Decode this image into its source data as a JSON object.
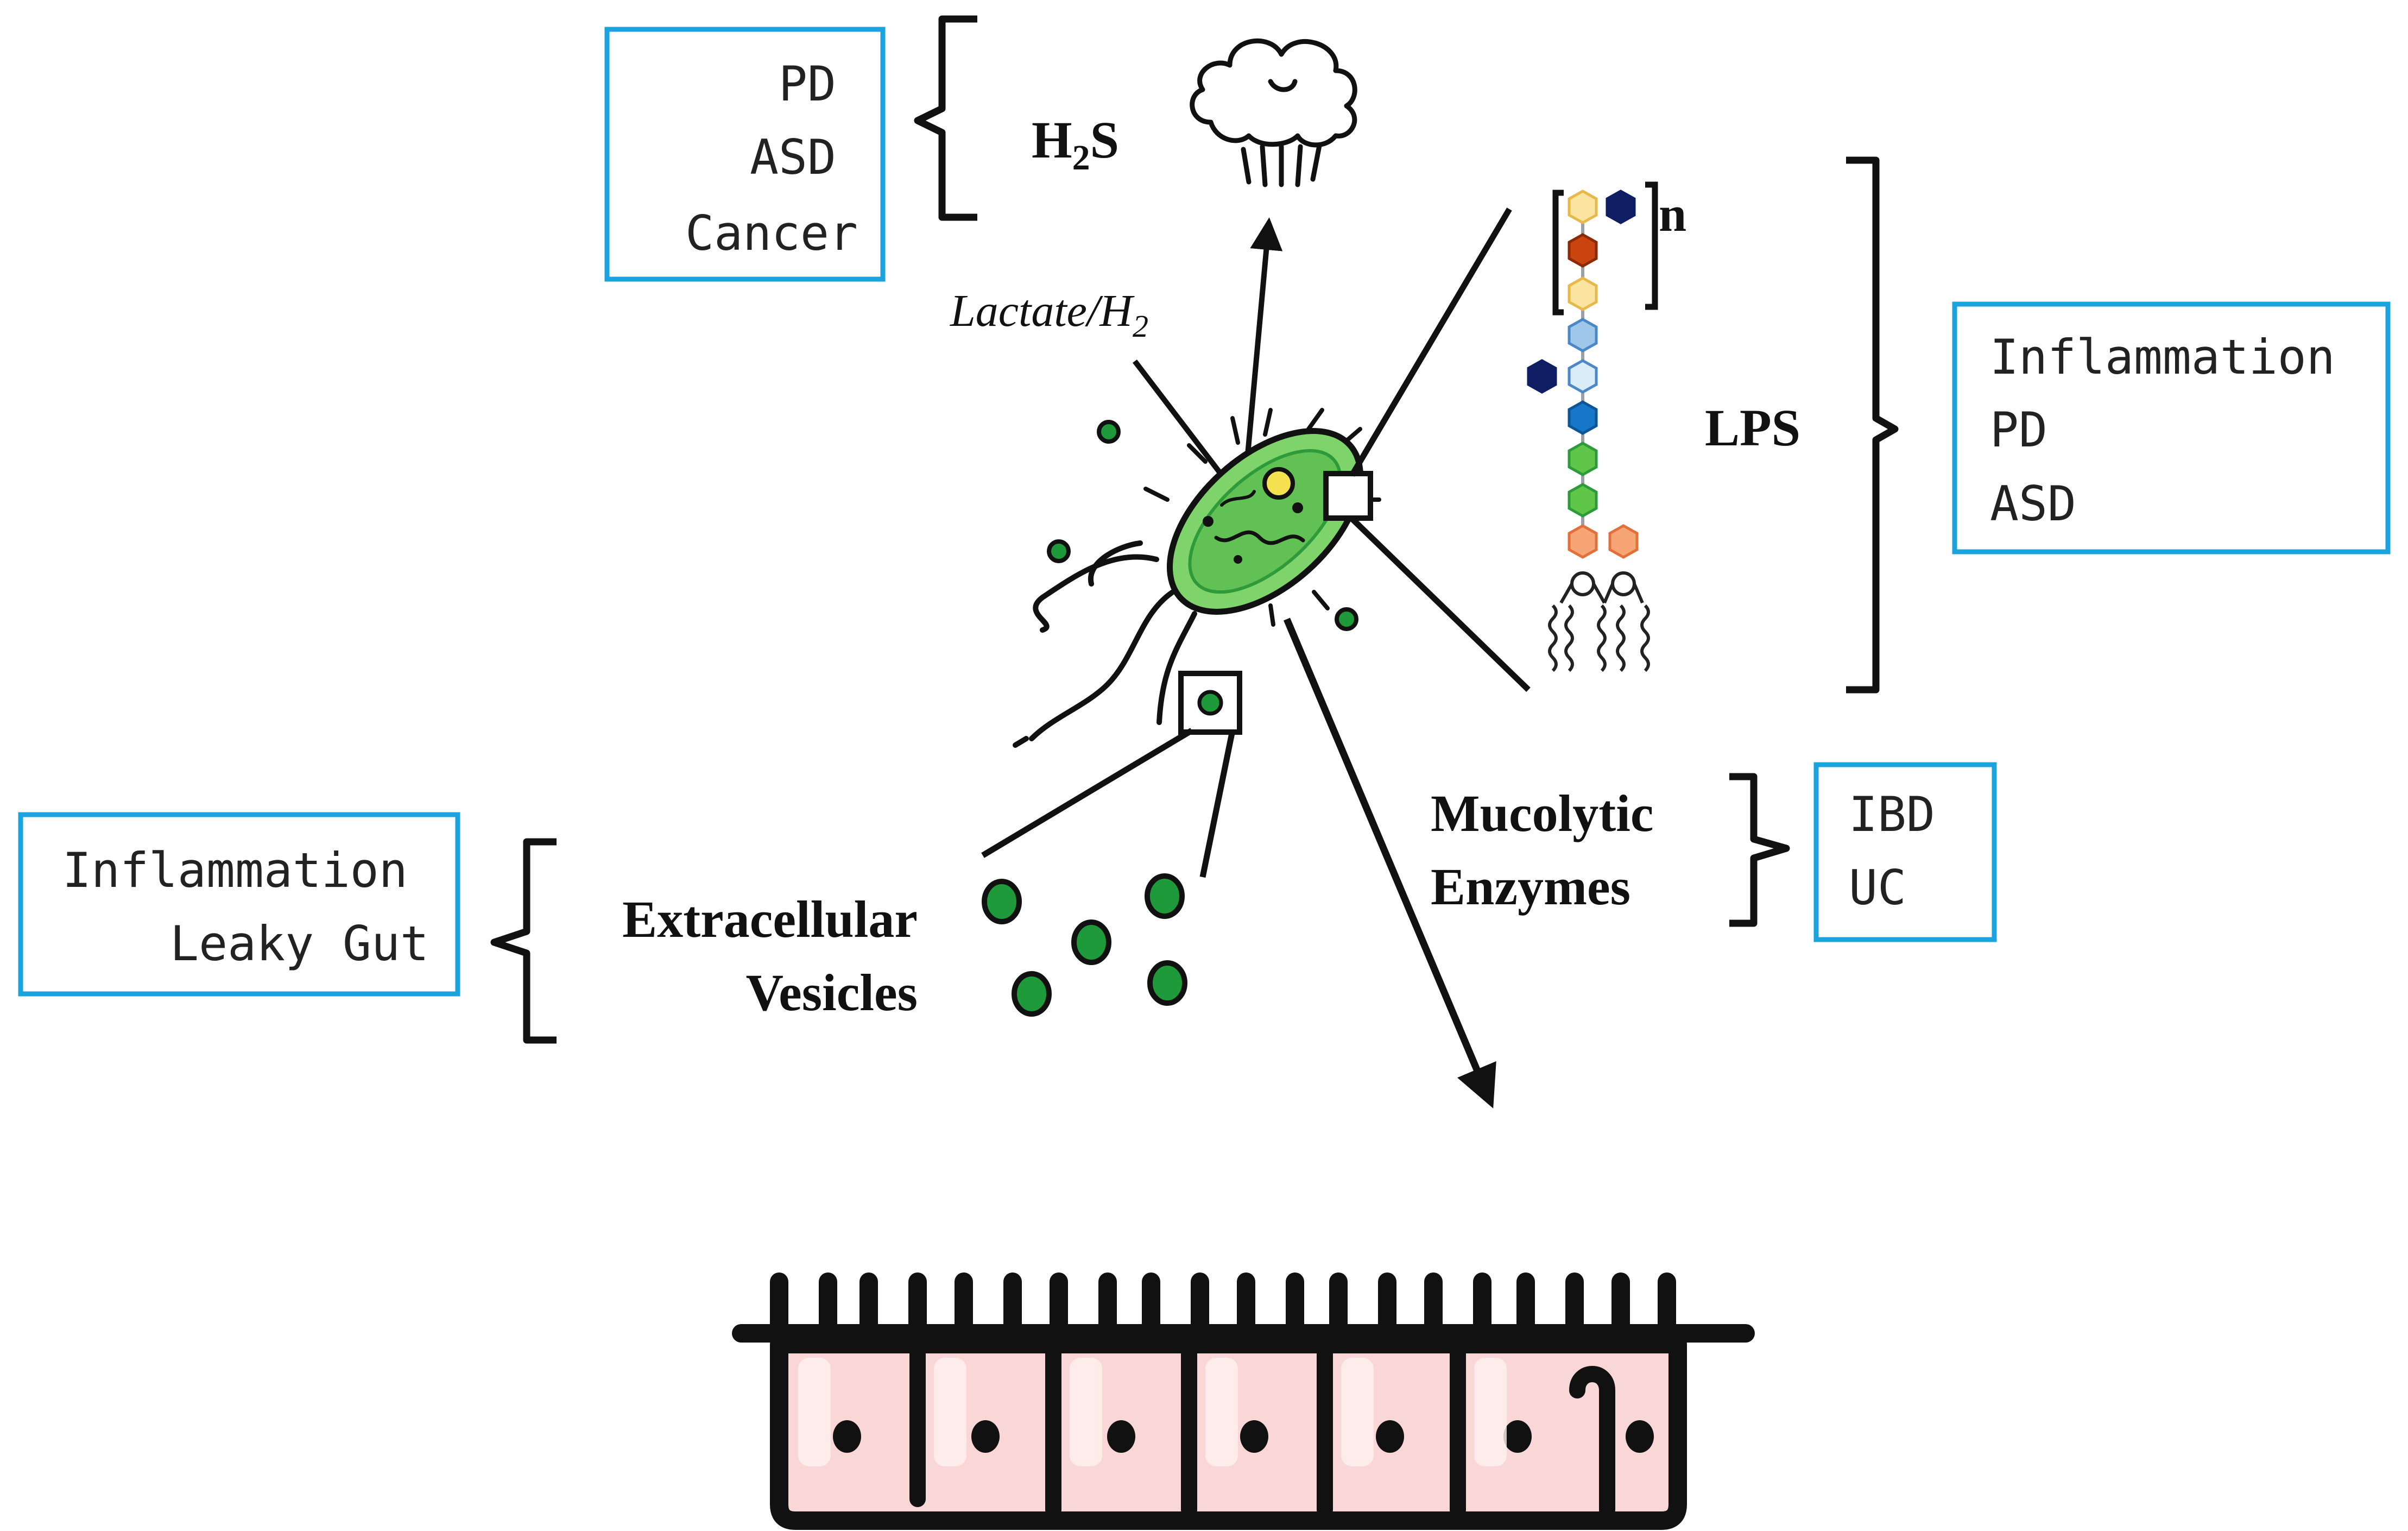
{
  "h2s": {
    "label_main": "H",
    "label_sub": "2",
    "label_end": "S",
    "box_lines": [
      "PD",
      "ASD",
      "Cancer"
    ]
  },
  "lactate": {
    "text_main": "Lactate/H",
    "text_sub": "2"
  },
  "lps": {
    "label": "LPS",
    "repeat_label": "n",
    "box_lines": [
      "Inflammation",
      "PD",
      "ASD"
    ]
  },
  "mucolytic": {
    "label_lines": [
      "Mucolytic",
      "Enzymes"
    ],
    "box_lines": [
      "IBD",
      "UC"
    ]
  },
  "vesicles": {
    "label_lines": [
      "Extracellular",
      "Vesicles"
    ],
    "box_lines": [
      "Inflammation",
      "Leaky Gut"
    ]
  },
  "colors": {
    "box_border": "#1aa3dc",
    "bacterium_fill": "#7ed36b",
    "bacterium_dark": "#2f9a3a",
    "vesicle": "#1e9a3a",
    "gut_cell": "#f9d7d6"
  },
  "icons": [
    "gas-cloud-icon",
    "bacterium-icon",
    "lps-molecule-icon",
    "gut-epithelium-icon"
  ]
}
